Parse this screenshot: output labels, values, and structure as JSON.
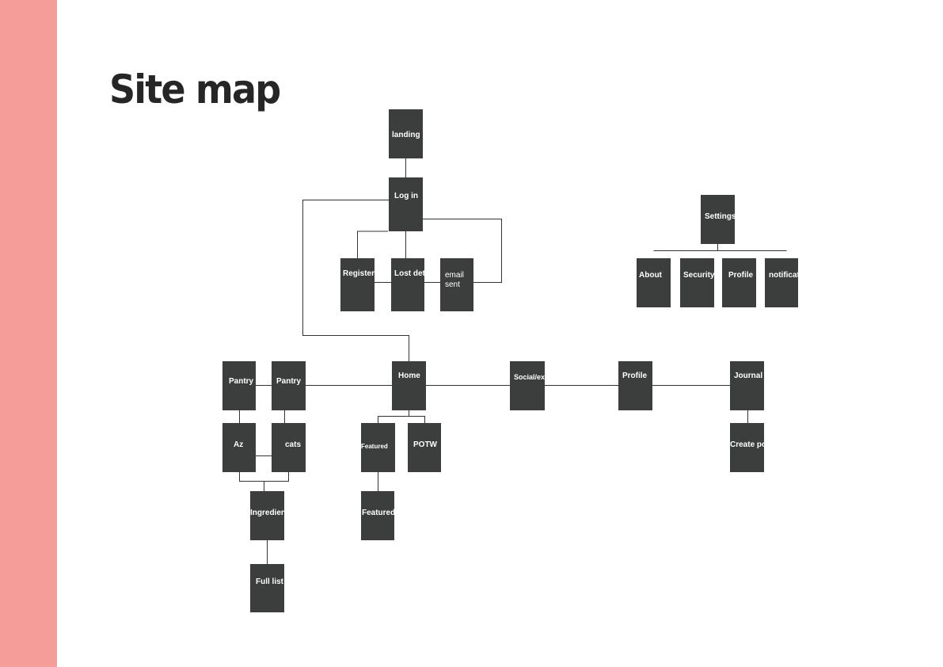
{
  "page": {
    "title": "Site map",
    "accent_color": "#f59e99",
    "node_color": "#3c3e3d"
  },
  "sitemap": {
    "nodes": [
      {
        "id": "landing",
        "label": "landing"
      },
      {
        "id": "login",
        "label": "Log in"
      },
      {
        "id": "register",
        "label": "Register"
      },
      {
        "id": "lost-det",
        "label": "Lost det"
      },
      {
        "id": "email-sent",
        "label": "email sent"
      },
      {
        "id": "settings",
        "label": "Settings"
      },
      {
        "id": "about",
        "label": "About"
      },
      {
        "id": "security",
        "label": "Security"
      },
      {
        "id": "settings-profile",
        "label": "Profile"
      },
      {
        "id": "notifications",
        "label": "notificat"
      },
      {
        "id": "pantry-1",
        "label": "Pantry"
      },
      {
        "id": "pantry-2",
        "label": "Pantry"
      },
      {
        "id": "home",
        "label": "Home"
      },
      {
        "id": "social",
        "label": "Social/ex"
      },
      {
        "id": "profile",
        "label": "Profile"
      },
      {
        "id": "journal",
        "label": "Journal"
      },
      {
        "id": "az",
        "label": "Az"
      },
      {
        "id": "cats",
        "label": "cats"
      },
      {
        "id": "featured-1",
        "label": "Featured"
      },
      {
        "id": "potw",
        "label": "POTW"
      },
      {
        "id": "create-post",
        "label": "Create pos"
      },
      {
        "id": "ingredients",
        "label": "Ingredien"
      },
      {
        "id": "featured-2",
        "label": "Featured"
      },
      {
        "id": "full-list",
        "label": "Full list"
      }
    ],
    "edges": [
      [
        "landing",
        "login"
      ],
      [
        "login",
        "register"
      ],
      [
        "login",
        "lost-det"
      ],
      [
        "login",
        "email-sent"
      ],
      [
        "register",
        "lost-det"
      ],
      [
        "lost-det",
        "email-sent"
      ],
      [
        "login",
        "home"
      ],
      [
        "settings",
        "about"
      ],
      [
        "settings",
        "security"
      ],
      [
        "settings",
        "settings-profile"
      ],
      [
        "settings",
        "notifications"
      ],
      [
        "pantry-1",
        "pantry-2"
      ],
      [
        "pantry-2",
        "home"
      ],
      [
        "home",
        "social"
      ],
      [
        "social",
        "profile"
      ],
      [
        "profile",
        "journal"
      ],
      [
        "pantry-1",
        "az"
      ],
      [
        "pantry-2",
        "cats"
      ],
      [
        "az",
        "cats"
      ],
      [
        "az",
        "ingredients"
      ],
      [
        "cats",
        "ingredients"
      ],
      [
        "home",
        "featured-1"
      ],
      [
        "home",
        "potw"
      ],
      [
        "journal",
        "create-post"
      ],
      [
        "featured-1",
        "featured-2"
      ],
      [
        "ingredients",
        "full-list"
      ]
    ]
  }
}
